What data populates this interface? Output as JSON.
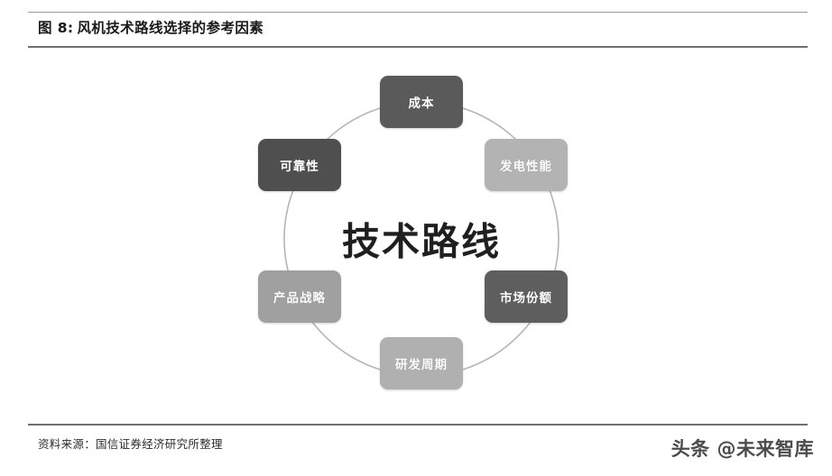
{
  "figure": {
    "number_label": "图 8:",
    "title": "风机技术路线选择的参考因素",
    "source": "资料来源：国信证券经济研究所整理",
    "watermark": "头条 @未来智库"
  },
  "diagram": {
    "type": "cycle",
    "center_label": "技术路线",
    "ring_color": "#b5b5b5",
    "nodes": [
      {
        "id": "cost",
        "label": "成本",
        "color": "#5a5a5a",
        "position": "top"
      },
      {
        "id": "power",
        "label": "发电性能",
        "color": "#b3b3b3",
        "position": "upper-right"
      },
      {
        "id": "market",
        "label": "市场份额",
        "color": "#5e5e5e",
        "position": "lower-right"
      },
      {
        "id": "rd-cycle",
        "label": "研发周期",
        "color": "#b0b0b0",
        "position": "bottom"
      },
      {
        "id": "product",
        "label": "产品战略",
        "color": "#a0a0a0",
        "position": "lower-left"
      },
      {
        "id": "reliability",
        "label": "可靠性",
        "color": "#4f4f4f",
        "position": "upper-left"
      }
    ]
  },
  "chart_data": {
    "type": "diagram",
    "title": "风机技术路线选择的参考因素",
    "center": "技术路线",
    "categories": [
      "成本",
      "发电性能",
      "市场份额",
      "研发周期",
      "产品战略",
      "可靠性"
    ],
    "layout": "radial cycle of six rounded nodes around a ring",
    "legend": "none"
  }
}
